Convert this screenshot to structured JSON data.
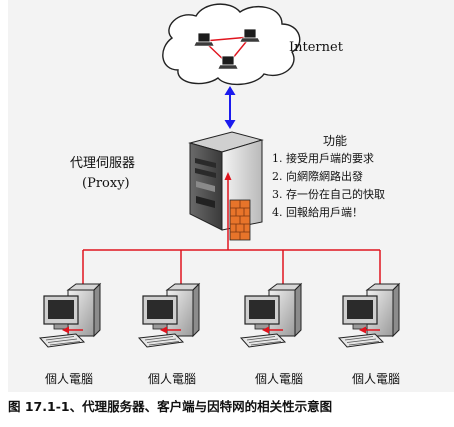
{
  "cloud": {
    "label": "Internet"
  },
  "proxy": {
    "title": "代理伺服器",
    "subtitle": "(Proxy)"
  },
  "functions": {
    "heading": "功能",
    "items": [
      "1. 接受用戶端的要求",
      "2. 向網際網路出發",
      "3. 存一份在自己的快取",
      "4. 回報給用戶端！"
    ]
  },
  "clients": [
    "個人電腦",
    "個人電腦",
    "個人電腦",
    "個人電腦"
  ],
  "caption": "图 17.1-1、代理服务器、客户端与因特网的相关性示意图",
  "colors": {
    "link": "#e0141e",
    "internet_link": "#1a1aee",
    "firewall": "#e8742a"
  }
}
